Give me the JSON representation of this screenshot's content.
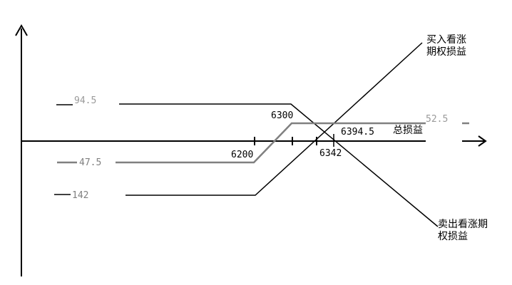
{
  "legend": {
    "buy_call_line1": "买入看涨",
    "buy_call_line2": "期权损益",
    "sell_call_line1": "卖出看涨期",
    "sell_call_line2": "权损益",
    "total": "总损益"
  },
  "values": {
    "v94_5": "94.5",
    "v47_5": "47.5",
    "v142": "142",
    "v52_5": "52.5"
  },
  "ticks": {
    "t6200": "6200",
    "t6300": "6300",
    "t6342": "6342",
    "t6394_5": "6394.5"
  },
  "colors": {
    "black": "#000000",
    "gray": "#808080",
    "light_gray": "#9a9a9a"
  }
}
